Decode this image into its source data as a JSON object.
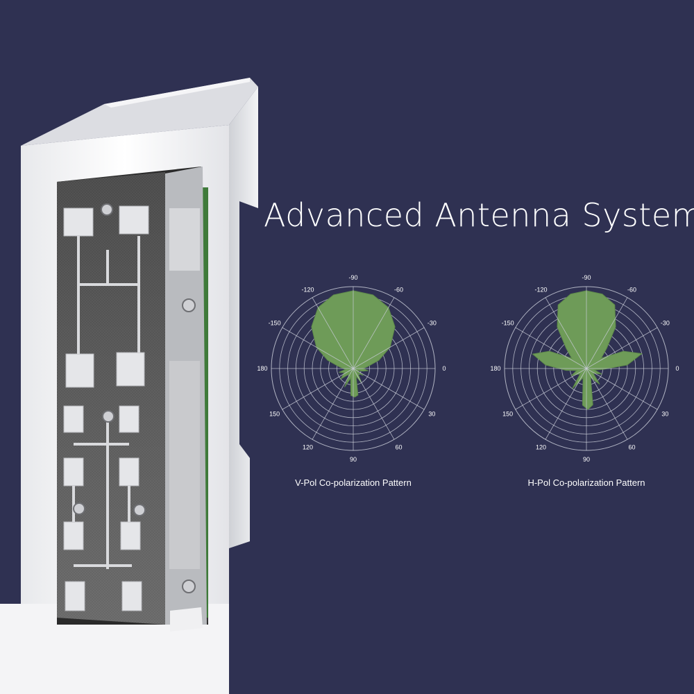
{
  "headline": "Advanced Antenna System",
  "colors": {
    "background": "#2f3152",
    "pattern_fill": "#6e9b58",
    "grid": "#c9ccd8",
    "text": "#ffffff"
  },
  "chart_data": [
    {
      "type": "polar-area",
      "caption": "V-Pol Co-polarization Pattern",
      "angle_labels": [
        {
          "deg": -90,
          "text": "-90"
        },
        {
          "deg": -60,
          "text": "-60"
        },
        {
          "deg": -30,
          "text": "-30"
        },
        {
          "deg": 0,
          "text": "0"
        },
        {
          "deg": 30,
          "text": "30"
        },
        {
          "deg": 60,
          "text": "60"
        },
        {
          "deg": 90,
          "text": "90"
        },
        {
          "deg": 120,
          "text": "120"
        },
        {
          "deg": 150,
          "text": "150"
        },
        {
          "deg": 180,
          "text": "180"
        },
        {
          "deg": -150,
          "text": "-150"
        },
        {
          "deg": -120,
          "text": "-120"
        }
      ],
      "grid_rings": 10,
      "spoke_step_deg": 30,
      "r_max": 1.0,
      "pattern": [
        {
          "deg": -90,
          "r": 0.95
        },
        {
          "deg": -75,
          "r": 0.93
        },
        {
          "deg": -60,
          "r": 0.86
        },
        {
          "deg": -45,
          "r": 0.72
        },
        {
          "deg": -30,
          "r": 0.52
        },
        {
          "deg": -18,
          "r": 0.33
        },
        {
          "deg": -8,
          "r": 0.18
        },
        {
          "deg": 0,
          "r": 0.12
        },
        {
          "deg": 8,
          "r": 0.18
        },
        {
          "deg": 15,
          "r": 0.12
        },
        {
          "deg": 25,
          "r": 0.05
        },
        {
          "deg": 35,
          "r": 0.15
        },
        {
          "deg": 45,
          "r": 0.08
        },
        {
          "deg": 60,
          "r": 0.2
        },
        {
          "deg": 70,
          "r": 0.1
        },
        {
          "deg": 80,
          "r": 0.33
        },
        {
          "deg": 87,
          "r": 0.35
        },
        {
          "deg": 95,
          "r": 0.33
        },
        {
          "deg": 105,
          "r": 0.12
        },
        {
          "deg": 115,
          "r": 0.25
        },
        {
          "deg": 125,
          "r": 0.08
        },
        {
          "deg": 140,
          "r": 0.2
        },
        {
          "deg": 155,
          "r": 0.12
        },
        {
          "deg": 165,
          "r": 0.18
        },
        {
          "deg": 172,
          "r": 0.1
        },
        {
          "deg": 180,
          "r": 0.12
        },
        {
          "deg": -172,
          "r": 0.18
        },
        {
          "deg": -162,
          "r": 0.33
        },
        {
          "deg": -150,
          "r": 0.52
        },
        {
          "deg": -135,
          "r": 0.72
        },
        {
          "deg": -120,
          "r": 0.86
        },
        {
          "deg": -105,
          "r": 0.93
        }
      ]
    },
    {
      "type": "polar-area",
      "caption": "H-Pol Co-polarization Pattern",
      "angle_labels": [
        {
          "deg": -90,
          "text": "-90"
        },
        {
          "deg": -60,
          "text": "-60"
        },
        {
          "deg": -30,
          "text": "-30"
        },
        {
          "deg": 0,
          "text": "0"
        },
        {
          "deg": 30,
          "text": "30"
        },
        {
          "deg": 60,
          "text": "60"
        },
        {
          "deg": 90,
          "text": "90"
        },
        {
          "deg": 120,
          "text": "120"
        },
        {
          "deg": 150,
          "text": "150"
        },
        {
          "deg": 180,
          "text": "180"
        },
        {
          "deg": -150,
          "text": "-150"
        },
        {
          "deg": -120,
          "text": "-120"
        }
      ],
      "grid_rings": 10,
      "spoke_step_deg": 30,
      "r_max": 1.0,
      "pattern": [
        {
          "deg": -90,
          "r": 0.95
        },
        {
          "deg": -78,
          "r": 0.93
        },
        {
          "deg": -66,
          "r": 0.85
        },
        {
          "deg": -55,
          "r": 0.62
        },
        {
          "deg": -45,
          "r": 0.35
        },
        {
          "deg": -35,
          "r": 0.22
        },
        {
          "deg": -25,
          "r": 0.5
        },
        {
          "deg": -15,
          "r": 0.7
        },
        {
          "deg": -5,
          "r": 0.5
        },
        {
          "deg": 3,
          "r": 0.2
        },
        {
          "deg": 10,
          "r": 0.1
        },
        {
          "deg": 20,
          "r": 0.2
        },
        {
          "deg": 35,
          "r": 0.1
        },
        {
          "deg": 50,
          "r": 0.25
        },
        {
          "deg": 65,
          "r": 0.12
        },
        {
          "deg": 80,
          "r": 0.45
        },
        {
          "deg": 88,
          "r": 0.5
        },
        {
          "deg": 96,
          "r": 0.45
        },
        {
          "deg": 110,
          "r": 0.12
        },
        {
          "deg": 125,
          "r": 0.3
        },
        {
          "deg": 140,
          "r": 0.1
        },
        {
          "deg": 155,
          "r": 0.2
        },
        {
          "deg": 168,
          "r": 0.12
        },
        {
          "deg": 175,
          "r": 0.25
        },
        {
          "deg": -175,
          "r": 0.5
        },
        {
          "deg": -165,
          "r": 0.68
        },
        {
          "deg": -155,
          "r": 0.5
        },
        {
          "deg": -145,
          "r": 0.22
        },
        {
          "deg": -135,
          "r": 0.35
        },
        {
          "deg": -125,
          "r": 0.62
        },
        {
          "deg": -114,
          "r": 0.85
        },
        {
          "deg": -102,
          "r": 0.93
        }
      ]
    }
  ]
}
